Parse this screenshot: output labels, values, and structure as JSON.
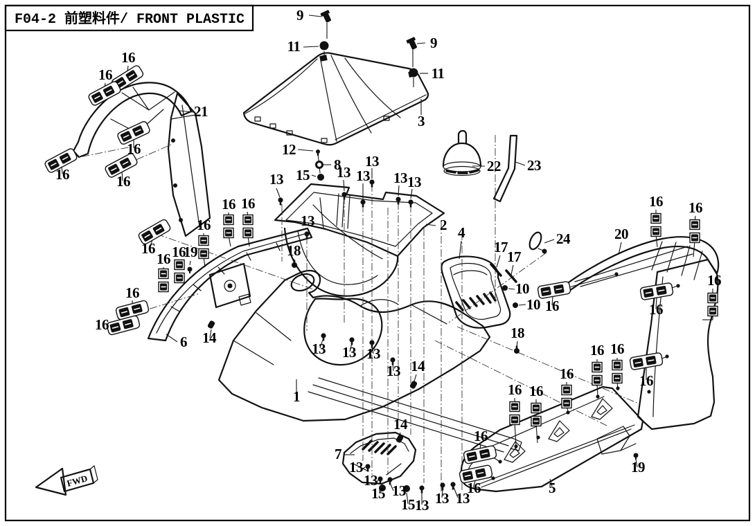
{
  "title": "F04-2 前塑料件/ FRONT PLASTIC",
  "fwd_label": "FWD",
  "colors": {
    "ink": "#111111",
    "paper": "#ffffff"
  },
  "callouts": [
    [
      "9",
      433,
      29
    ],
    [
      "11",
      424,
      74
    ],
    [
      "9",
      626,
      69
    ],
    [
      "11",
      632,
      113
    ],
    [
      "3",
      608,
      182
    ],
    [
      "12",
      417,
      223
    ],
    [
      "8",
      487,
      245
    ],
    [
      "15",
      437,
      260
    ],
    [
      "13",
      399,
      266
    ],
    [
      "13",
      444,
      326
    ],
    [
      "13",
      496,
      256
    ],
    [
      "13",
      524,
      261
    ],
    [
      "13",
      537,
      240
    ],
    [
      "13",
      578,
      264
    ],
    [
      "13",
      598,
      270
    ],
    [
      "2",
      640,
      332
    ],
    [
      "18",
      424,
      369
    ],
    [
      "22",
      713,
      247
    ],
    [
      "23",
      771,
      246
    ],
    [
      "24",
      813,
      352
    ],
    [
      "4",
      666,
      343
    ],
    [
      "17",
      723,
      364
    ],
    [
      "17",
      742,
      378
    ],
    [
      "10",
      754,
      424
    ],
    [
      "10",
      770,
      447
    ],
    [
      "20",
      897,
      345
    ],
    [
      "16",
      947,
      298
    ],
    [
      "16",
      1004,
      307
    ],
    [
      "16",
      1031,
      412
    ],
    [
      "16",
      797,
      449
    ],
    [
      "16",
      947,
      454
    ],
    [
      "16",
      933,
      557
    ],
    [
      "21",
      290,
      168
    ],
    [
      "16",
      185,
      90
    ],
    [
      "16",
      152,
      115
    ],
    [
      "16",
      193,
      222
    ],
    [
      "16",
      90,
      259
    ],
    [
      "16",
      178,
      269
    ],
    [
      "16",
      214,
      366
    ],
    [
      "16",
      294,
      332
    ],
    [
      "16",
      330,
      302
    ],
    [
      "16",
      358,
      301
    ],
    [
      "16",
      236,
      381
    ],
    [
      "16",
      258,
      371
    ],
    [
      "19",
      275,
      371
    ],
    [
      "16",
      191,
      430
    ],
    [
      "16",
      147,
      476
    ],
    [
      "6",
      265,
      501
    ],
    [
      "14",
      302,
      495
    ],
    [
      "18",
      747,
      488
    ],
    [
      "1",
      428,
      580
    ],
    [
      "13",
      460,
      511
    ],
    [
      "13",
      504,
      516
    ],
    [
      "13",
      539,
      518
    ],
    [
      "13",
      568,
      543
    ],
    [
      "14",
      603,
      536
    ],
    [
      "14",
      578,
      620
    ],
    [
      "7",
      488,
      663
    ],
    [
      "13",
      514,
      682
    ],
    [
      "13",
      535,
      701
    ],
    [
      "15",
      546,
      720
    ],
    [
      "13",
      576,
      716
    ],
    [
      "15",
      589,
      736
    ],
    [
      "13",
      609,
      737
    ],
    [
      "13",
      638,
      727
    ],
    [
      "13",
      668,
      727
    ],
    [
      "16",
      684,
      712
    ],
    [
      "16",
      694,
      637
    ],
    [
      "16",
      743,
      570
    ],
    [
      "16",
      774,
      572
    ],
    [
      "16",
      818,
      547
    ],
    [
      "16",
      862,
      513
    ],
    [
      "16",
      891,
      511
    ],
    [
      "5",
      797,
      712
    ],
    [
      "19",
      921,
      682
    ]
  ],
  "fasteners": [
    [
      "bolt9",
      472,
      25
    ],
    [
      "bolt9",
      596,
      64
    ],
    [
      "grommet11",
      468,
      66
    ],
    [
      "grommet11",
      597,
      105
    ],
    [
      "bolt12",
      459,
      219
    ],
    [
      "washer8",
      461,
      238
    ],
    [
      "nut15",
      463,
      256
    ],
    [
      "clip13",
      405,
      289
    ],
    [
      "clip13",
      443,
      338
    ],
    [
      "clip13",
      497,
      281
    ],
    [
      "clip13",
      524,
      292
    ],
    [
      "clip13",
      537,
      263
    ],
    [
      "clip13",
      575,
      288
    ],
    [
      "clip13",
      593,
      292
    ],
    [
      "clip18",
      425,
      383
    ],
    [
      "clip18",
      746,
      507
    ],
    [
      "clip13",
      467,
      485
    ],
    [
      "clip13",
      508,
      491
    ],
    [
      "clip13",
      537,
      495
    ],
    [
      "clip13",
      567,
      520
    ],
    [
      "clip14",
      305,
      469
    ],
    [
      "clip14",
      597,
      556
    ],
    [
      "clip14",
      577,
      634
    ],
    [
      "clip13",
      531,
      674
    ],
    [
      "clip13",
      549,
      692
    ],
    [
      "clip13",
      563,
      693
    ],
    [
      "clip13",
      609,
      705
    ],
    [
      "clip13",
      639,
      701
    ],
    [
      "clip13",
      654,
      700
    ],
    [
      "nut15",
      552,
      705
    ],
    [
      "nut15",
      587,
      706
    ],
    [
      "pin17",
      716,
      390
    ],
    [
      "pin17",
      738,
      399
    ],
    [
      "dot10",
      729,
      416
    ],
    [
      "dot10",
      744,
      441
    ],
    [
      "screw19",
      274,
      389
    ],
    [
      "screw19",
      918,
      658
    ],
    [
      "screw16d",
      184,
      113,
      -32
    ],
    [
      "screw16d",
      151,
      135,
      -28
    ],
    [
      "screw16d",
      193,
      192,
      -25
    ],
    [
      "screw16d",
      88,
      232,
      -28
    ],
    [
      "screw16d",
      175,
      239,
      -28
    ],
    [
      "screw16d",
      223,
      335,
      -30
    ],
    [
      "screw16d",
      191,
      448,
      -15
    ],
    [
      "screw16d",
      178,
      470,
      -15
    ],
    [
      "screw16d",
      800,
      419,
      -10
    ],
    [
      "screw16d",
      948,
      421,
      -10
    ],
    [
      "screw16d",
      933,
      522,
      -10
    ],
    [
      "screw16d",
      687,
      685,
      -12
    ],
    [
      "screw16d",
      693,
      657,
      -12
    ],
    [
      "screw16v",
      947,
      325
    ],
    [
      "screw16v",
      1003,
      334
    ],
    [
      "screw16v",
      1029,
      440
    ],
    [
      "screw16v",
      294,
      357
    ],
    [
      "screw16v",
      330,
      327
    ],
    [
      "screw16v",
      358,
      327
    ],
    [
      "screw16v",
      236,
      405
    ],
    [
      "screw16v",
      259,
      392
    ],
    [
      "screw16v",
      743,
      597
    ],
    [
      "screw16v",
      774,
      599
    ],
    [
      "screw16v",
      818,
      573
    ],
    [
      "screw16v",
      862,
      540
    ],
    [
      "screw16v",
      891,
      537
    ]
  ],
  "leads": [
    [
      446,
      22,
      464,
      24
    ],
    [
      438,
      68,
      460,
      67
    ],
    [
      614,
      62,
      602,
      63
    ],
    [
      618,
      106,
      606,
      106
    ],
    [
      608,
      166,
      608,
      143
    ],
    [
      430,
      216,
      452,
      218
    ],
    [
      478,
      238,
      467,
      238
    ],
    [
      450,
      253,
      456,
      255
    ],
    [
      459,
      222,
      462,
      250
    ],
    [
      399,
      272,
      404,
      285
    ],
    [
      496,
      260,
      497,
      276
    ],
    [
      524,
      265,
      524,
      287
    ],
    [
      537,
      243,
      537,
      258
    ],
    [
      576,
      268,
      575,
      283
    ],
    [
      595,
      273,
      593,
      287
    ],
    [
      629,
      326,
      615,
      324
    ],
    [
      424,
      374,
      425,
      379
    ],
    [
      700,
      240,
      682,
      240
    ],
    [
      758,
      239,
      744,
      234
    ],
    [
      800,
      346,
      786,
      351
    ],
    [
      666,
      348,
      663,
      374
    ],
    [
      722,
      369,
      717,
      386
    ],
    [
      741,
      383,
      738,
      397
    ],
    [
      743,
      418,
      734,
      417
    ],
    [
      759,
      440,
      749,
      441
    ],
    [
      897,
      350,
      893,
      368
    ],
    [
      947,
      303,
      947,
      311
    ],
    [
      1004,
      312,
      1003,
      320
    ],
    [
      1029,
      417,
      1029,
      424
    ],
    [
      1029,
      456,
      1029,
      462
    ],
    [
      1029,
      462,
      1014,
      462
    ],
    [
      797,
      441,
      798,
      429
    ],
    [
      814,
      417,
      888,
      397
    ],
    [
      947,
      446,
      948,
      430
    ],
    [
      962,
      419,
      978,
      413
    ],
    [
      933,
      549,
      933,
      531
    ],
    [
      947,
      521,
      961,
      516
    ],
    [
      279,
      162,
      259,
      160
    ],
    [
      185,
      95,
      184,
      104
    ],
    [
      152,
      120,
      151,
      127
    ],
    [
      193,
      214,
      193,
      201
    ],
    [
      90,
      251,
      89,
      240
    ],
    [
      177,
      261,
      176,
      247
    ],
    [
      216,
      358,
      221,
      344
    ],
    [
      294,
      337,
      294,
      344
    ],
    [
      330,
      307,
      330,
      313
    ],
    [
      357,
      306,
      358,
      313
    ],
    [
      294,
      371,
      296,
      386
    ],
    [
      330,
      341,
      333,
      356
    ],
    [
      358,
      341,
      360,
      356
    ],
    [
      236,
      386,
      236,
      391
    ],
    [
      258,
      375,
      259,
      380
    ],
    [
      275,
      377,
      274,
      383
    ],
    [
      191,
      434,
      191,
      440
    ],
    [
      157,
      471,
      166,
      470
    ],
    [
      256,
      494,
      240,
      483
    ],
    [
      303,
      488,
      305,
      476
    ],
    [
      747,
      493,
      746,
      502
    ],
    [
      428,
      570,
      428,
      548
    ],
    [
      462,
      503,
      466,
      491
    ],
    [
      505,
      508,
      508,
      496
    ],
    [
      539,
      511,
      537,
      500
    ],
    [
      568,
      536,
      567,
      525
    ],
    [
      601,
      541,
      598,
      551
    ],
    [
      578,
      625,
      577,
      630
    ],
    [
      497,
      657,
      512,
      657
    ],
    [
      523,
      678,
      527,
      675
    ],
    [
      543,
      697,
      546,
      694
    ],
    [
      548,
      712,
      551,
      709
    ],
    [
      568,
      709,
      563,
      698
    ],
    [
      589,
      728,
      587,
      712
    ],
    [
      609,
      729,
      609,
      711
    ],
    [
      638,
      719,
      639,
      707
    ],
    [
      661,
      719,
      655,
      704
    ],
    [
      683,
      705,
      686,
      695
    ],
    [
      694,
      642,
      693,
      649
    ],
    [
      743,
      575,
      743,
      583
    ],
    [
      774,
      577,
      774,
      585
    ],
    [
      818,
      552,
      818,
      560
    ],
    [
      862,
      519,
      862,
      527
    ],
    [
      891,
      517,
      891,
      524
    ],
    [
      797,
      703,
      794,
      692
    ],
    [
      920,
      675,
      918,
      664
    ],
    [
      472,
      33,
      472,
      56
    ],
    [
      468,
      74,
      468,
      84
    ],
    [
      596,
      71,
      596,
      97
    ],
    [
      597,
      112,
      597,
      126
    ],
    [
      743,
      611,
      745,
      643
    ],
    [
      774,
      613,
      776,
      640
    ],
    [
      818,
      587,
      820,
      594
    ],
    [
      862,
      553,
      863,
      571
    ],
    [
      891,
      550,
      892,
      564
    ],
    [
      947,
      339,
      949,
      357
    ],
    [
      1003,
      348,
      1001,
      371
    ],
    [
      706,
      657,
      720,
      666
    ],
    [
      700,
      687,
      710,
      690
    ]
  ],
  "axes": [
    [
      407,
      295,
      407,
      378
    ],
    [
      443,
      342,
      443,
      478
    ],
    [
      497,
      284,
      497,
      468
    ],
    [
      524,
      296,
      524,
      666
    ],
    [
      537,
      266,
      537,
      686
    ],
    [
      560,
      300,
      560,
      686
    ],
    [
      575,
      292,
      575,
      608
    ],
    [
      593,
      296,
      593,
      628
    ],
    [
      612,
      330,
      612,
      698
    ],
    [
      637,
      322,
      637,
      710
    ],
    [
      667,
      336,
      667,
      710
    ],
    [
      715,
      195,
      715,
      438
    ],
    [
      789,
      365,
      648,
      466
    ],
    [
      100,
      230,
      190,
      212
    ],
    [
      180,
      238,
      247,
      209
    ],
    [
      226,
      338,
      452,
      418
    ],
    [
      198,
      452,
      288,
      424
    ],
    [
      660,
      472,
      922,
      583
    ],
    [
      628,
      492,
      878,
      616
    ]
  ],
  "panel_dots": [
    [
      979,
      413
    ],
    [
      963,
      515
    ],
    [
      937,
      566
    ],
    [
      890,
      396
    ],
    [
      745,
      645
    ],
    [
      777,
      632
    ],
    [
      820,
      596
    ],
    [
      863,
      573
    ],
    [
      892,
      561
    ],
    [
      722,
      667
    ],
    [
      712,
      691
    ]
  ]
}
